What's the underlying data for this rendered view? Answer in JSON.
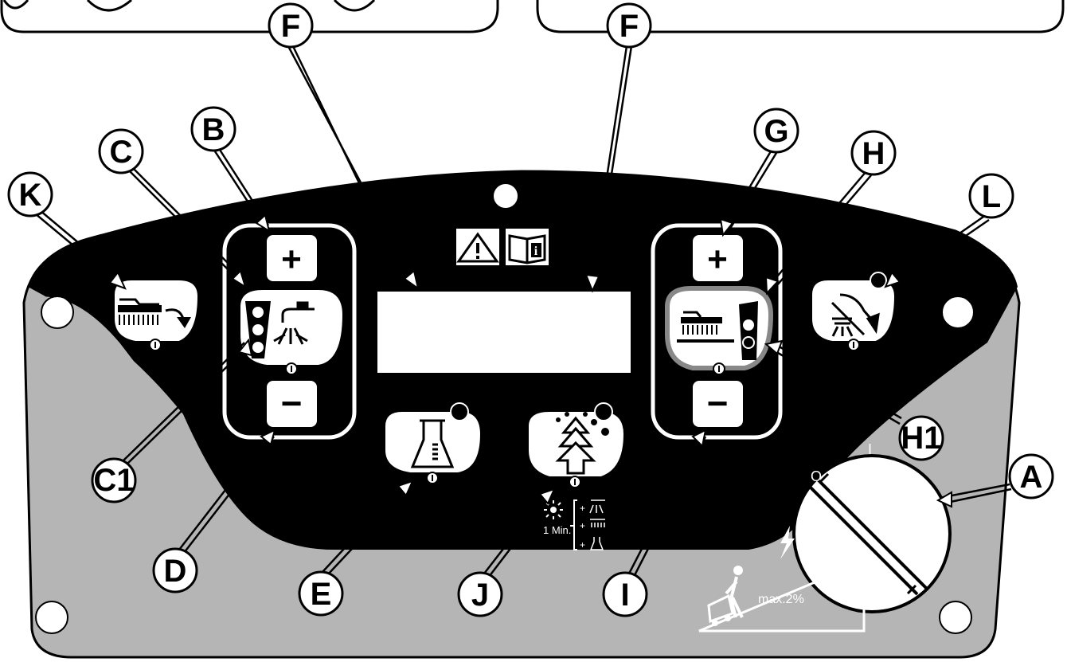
{
  "callouts": {
    "F": "F",
    "B": "B",
    "C": "C",
    "K": "K",
    "G": "G",
    "H": "H",
    "L": "L",
    "C1": "C1",
    "D": "D",
    "E": "E",
    "J": "J",
    "I": "I",
    "H1": "H1",
    "A": "A"
  },
  "labels": {
    "plus": "+",
    "minus": "−",
    "one_min": "1 Min.",
    "slope": "max.2%",
    "dial_off": "O",
    "dial_on": "I",
    "plus_small": "+"
  },
  "colors": {
    "panel_grey": "#b5b5b5",
    "panel_black": "#000000",
    "button_white": "#ffffff",
    "outline": "#000000"
  }
}
